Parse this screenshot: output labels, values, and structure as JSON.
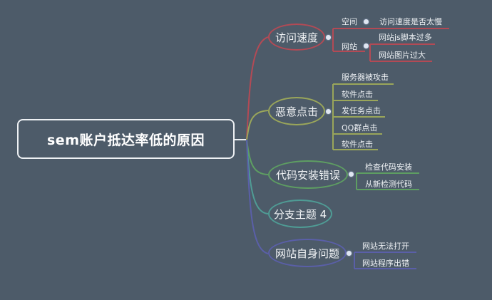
{
  "root": {
    "label": "sem账户抵达率低的原因"
  },
  "branches": [
    {
      "label": "访问速度",
      "color": "#b34a55",
      "groups": [
        {
          "label": "空间",
          "children": [
            "访问速度是否太慢"
          ]
        },
        {
          "label": "网站",
          "children": [
            "网站js脚本过多",
            "网站图片过大"
          ]
        }
      ]
    },
    {
      "label": "恶意点击",
      "color": "#9aa65a",
      "children": [
        "服务器被攻击",
        "软件点击",
        "发任务点击",
        "QQ群点击",
        "软件点击"
      ]
    },
    {
      "label": "代码安装错误",
      "color": "#5e9e62",
      "children": [
        "检查代码安装",
        "从新检测代码"
      ]
    },
    {
      "label": "分支主题 4",
      "color": "#4f9c95",
      "children": []
    },
    {
      "label": "网站自身问题",
      "color": "#5a5fa8",
      "children": [
        "网站无法打开",
        "网站程序出错"
      ]
    }
  ]
}
